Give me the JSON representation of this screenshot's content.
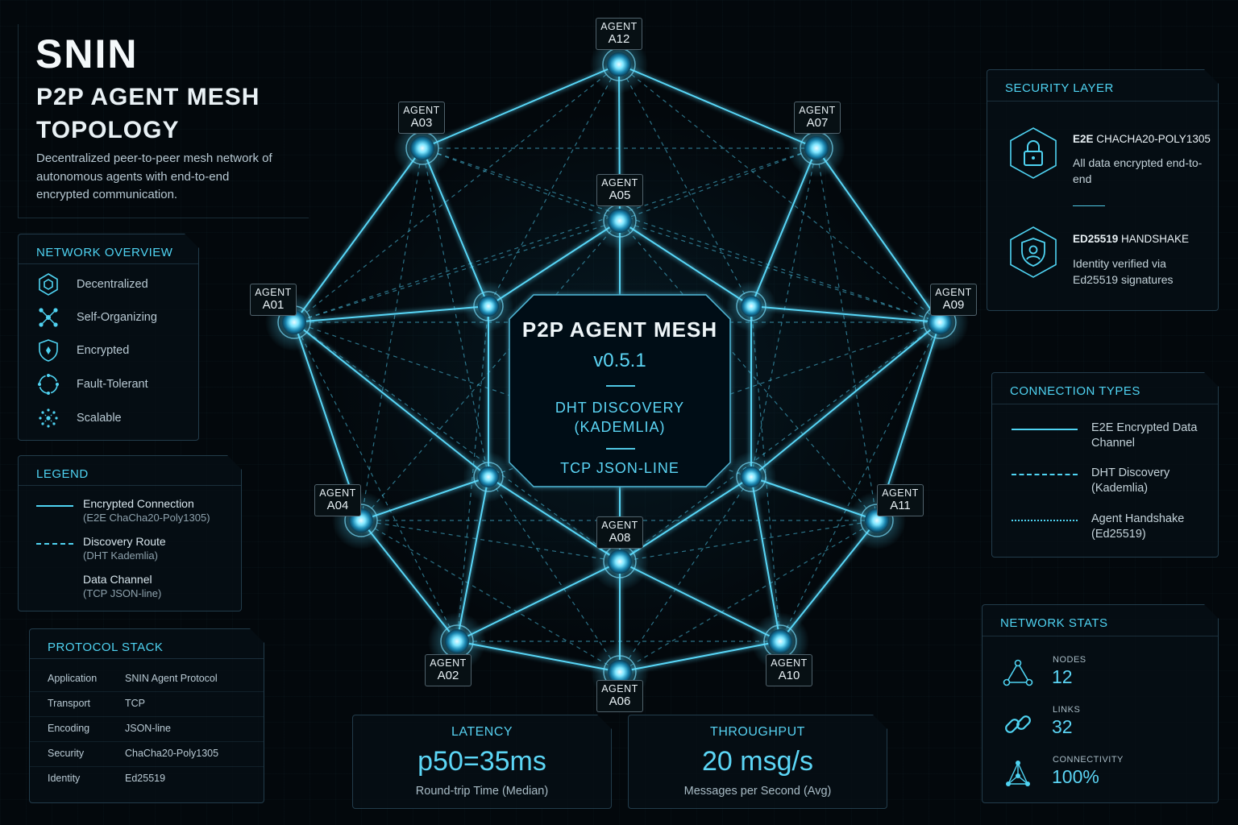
{
  "header": {
    "title": "SNIN",
    "subtitle_line1": "P2P AGENT MESH",
    "subtitle_line2": "TOPOLOGY",
    "description": "Decentralized peer-to-peer mesh network of autonomous agents with end-to-end encrypted communication."
  },
  "network_overview": {
    "title": "NETWORK OVERVIEW",
    "items": [
      {
        "label": "Decentralized",
        "icon": "hexagon-icon"
      },
      {
        "label": "Self-Organizing",
        "icon": "nodes-icon"
      },
      {
        "label": "Encrypted",
        "icon": "shield-icon"
      },
      {
        "label": "Fault-Tolerant",
        "icon": "ring-icon"
      },
      {
        "label": "Scalable",
        "icon": "scatter-icon"
      }
    ]
  },
  "legend": {
    "title": "LEGEND",
    "items": [
      {
        "label": "Encrypted Connection",
        "sub": "(E2E ChaCha20-Poly1305)",
        "style": "solid"
      },
      {
        "label": "Discovery Route",
        "sub": "(DHT Kademlia)",
        "style": "dashed"
      },
      {
        "label": "Data Channel",
        "sub": "(TCP JSON-line)",
        "style": "long-dash"
      }
    ]
  },
  "protocol_stack": {
    "title": "PROTOCOL STACK",
    "rows": [
      {
        "key": "Application",
        "value": "SNIN Agent Protocol"
      },
      {
        "key": "Transport",
        "value": "TCP"
      },
      {
        "key": "Encoding",
        "value": "JSON-line"
      },
      {
        "key": "Security",
        "value": "ChaCha20-Poly1305"
      },
      {
        "key": "Identity",
        "value": "Ed25519"
      }
    ]
  },
  "security_layer": {
    "title": "SECURITY LAYER",
    "items": [
      {
        "bold": "E2E",
        "title": " CHACHA20-POLY1305",
        "desc": "All data encrypted end-to-end",
        "icon": "lock-icon"
      },
      {
        "bold": "ED25519",
        "title": " HANDSHAKE",
        "desc": "Identity verified via Ed25519 signatures",
        "icon": "user-shield-icon"
      }
    ]
  },
  "connection_types": {
    "title": "CONNECTION TYPES",
    "items": [
      {
        "label": "E2E Encrypted Data Channel",
        "style": "solid"
      },
      {
        "label": "DHT Discovery (Kademlia)",
        "style": "dashed"
      },
      {
        "label": "Agent Handshake (Ed25519)",
        "style": "dotted"
      }
    ]
  },
  "network_stats": {
    "title": "NETWORK STATS",
    "items": [
      {
        "label": "NODES",
        "value": "12",
        "icon": "triangle-nodes-icon"
      },
      {
        "label": "LINKS",
        "value": "32",
        "icon": "link-icon"
      },
      {
        "label": "CONNECTIVITY",
        "value": "100%",
        "icon": "network-icon"
      }
    ]
  },
  "metrics": [
    {
      "title": "LATENCY",
      "value": "p50=35ms",
      "desc": "Round-trip Time (Median)"
    },
    {
      "title": "THROUGHPUT",
      "value": "20 msg/s",
      "desc": "Messages per Second (Avg)"
    }
  ],
  "hub": {
    "title": "P2P AGENT MESH",
    "version": "v0.5.1",
    "discovery_line1": "DHT DISCOVERY",
    "discovery_line2": "(KADEMLIA)",
    "transport": "TCP JSON-LINE"
  },
  "agents": [
    {
      "prefix": "AGENT",
      "id": "A12"
    },
    {
      "prefix": "AGENT",
      "id": "A03"
    },
    {
      "prefix": "AGENT",
      "id": "A07"
    },
    {
      "prefix": "AGENT",
      "id": "A05"
    },
    {
      "prefix": "AGENT",
      "id": "A01"
    },
    {
      "prefix": "AGENT",
      "id": "A09"
    },
    {
      "prefix": "AGENT",
      "id": "A04"
    },
    {
      "prefix": "AGENT",
      "id": "A11"
    },
    {
      "prefix": "AGENT",
      "id": "A08"
    },
    {
      "prefix": "AGENT",
      "id": "A02"
    },
    {
      "prefix": "AGENT",
      "id": "A10"
    },
    {
      "prefix": "AGENT",
      "id": "A06"
    }
  ],
  "colors": {
    "accent": "#4fd3f2",
    "glow": "#3fc4ea",
    "background": "#03080c"
  }
}
